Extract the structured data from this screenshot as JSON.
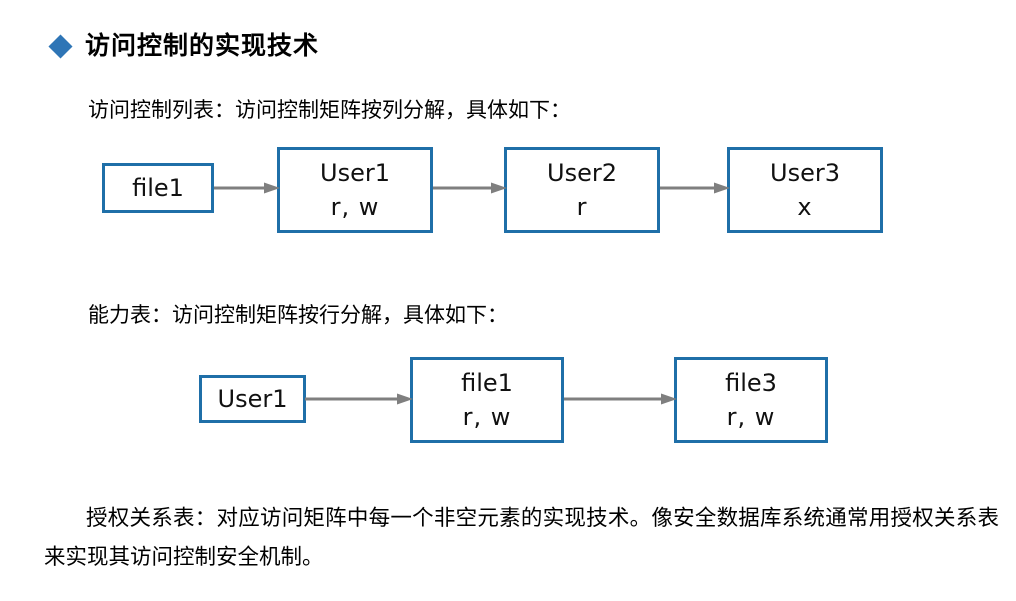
{
  "slide": {
    "heading": {
      "bullet_icon": "diamond-bullet-icon",
      "text": "访问控制的实现技术",
      "bullet_color": "#2E75B6"
    },
    "sections": [
      {
        "id": "acl",
        "caption": "访问控制列表：访问控制矩阵按列分解，具体如下：",
        "nodes": [
          {
            "id": "file1-acl",
            "line1": "file1",
            "line2": ""
          },
          {
            "id": "user1-acl",
            "line1": "User1",
            "line2": "r, w"
          },
          {
            "id": "user2-acl",
            "line1": "User2",
            "line2": "r"
          },
          {
            "id": "user3-acl",
            "line1": "User3",
            "line2": "x"
          }
        ]
      },
      {
        "id": "cap",
        "caption": "能力表：访问控制矩阵按行分解，具体如下：",
        "nodes": [
          {
            "id": "user1-cap",
            "line1": "User1",
            "line2": ""
          },
          {
            "id": "file1-cap",
            "line1": "file1",
            "line2": "r, w"
          },
          {
            "id": "file3-cap",
            "line1": "file3",
            "line2": "r, w"
          }
        ]
      }
    ],
    "footer_paragraph": "授权关系表：对应访问矩阵中每一个非空元素的实现技术。像安全数据库系统通常用授权关系表来实现其访问控制安全机制。",
    "colors": {
      "box_border": "#1F6FA8",
      "arrow": "#7F7F7F",
      "accent": "#2E75B6",
      "text": "#000000"
    }
  }
}
